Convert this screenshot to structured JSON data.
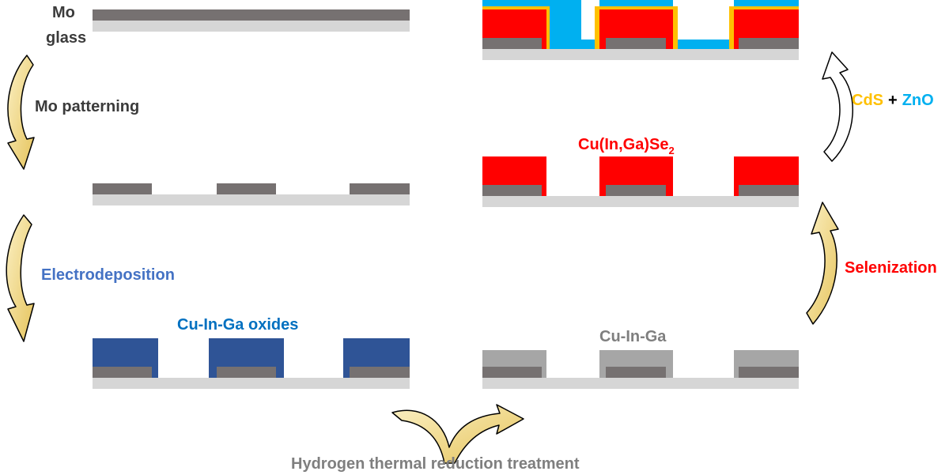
{
  "colors": {
    "glass": "#d6d6d6",
    "mo": "#767171",
    "oxide": "#2f5496",
    "metal": "#a6a6a6",
    "cigs": "#ff0000",
    "cds": "#ffc000",
    "zno": "#00b0f0",
    "arrow_fill": "#f2da86",
    "dark_text": "#3b3b3b",
    "blue_text": "#4472c4",
    "oxide_text": "#0070c0",
    "gray_text": "#7f7f7f",
    "red_text": "#ff0000"
  },
  "labels": {
    "mo": "Mo",
    "glass": "glass",
    "mo_patterning": "Mo patterning",
    "electrodeposition": "Electrodeposition",
    "oxides": "Cu-In-Ga oxides",
    "hydrogen": "Hydrogen thermal reduction treatment",
    "metal": "Cu-In-Ga",
    "selenization": "Selenization",
    "cigs_main": "Cu(In,Ga)Se",
    "cigs_sub": "2",
    "cds": "CdS",
    "plus": "+",
    "zno": "ZnO"
  }
}
